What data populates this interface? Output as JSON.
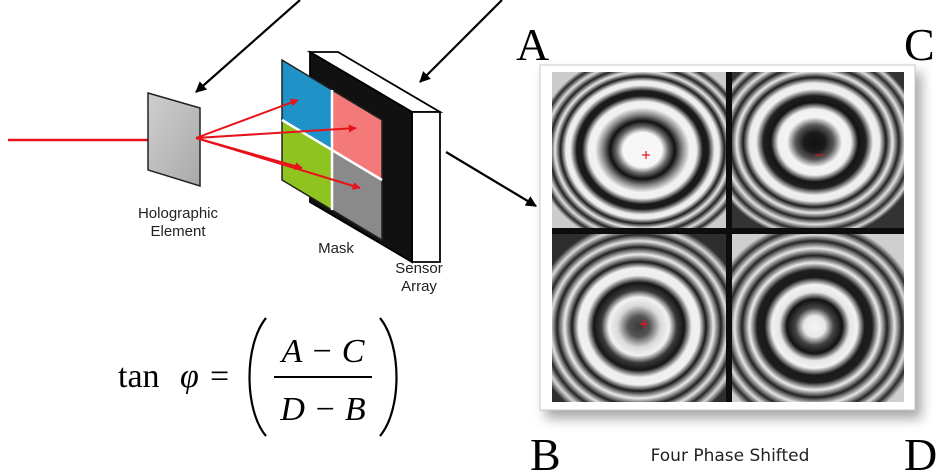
{
  "labels": {
    "holographic_line1": "Holographic",
    "holographic_line2": "Element",
    "mask": "Mask",
    "sensor_line1": "Sensor",
    "sensor_line2": "Array",
    "caption": "Four Phase Shifted"
  },
  "quadrant_letters": {
    "a": "A",
    "b": "B",
    "c": "C",
    "d": "D"
  },
  "formula": {
    "lhs": "tan",
    "phi": "φ",
    "equals": "=",
    "numerator": "A − C",
    "denominator": "D − B"
  },
  "colors": {
    "beam": "#e8121b",
    "mask_blue": "#1f93c8",
    "mask_pink": "#f47a7a",
    "mask_green": "#8fc31f",
    "mask_gray": "#8a8a8a",
    "holographic_plate": "#b9b9b9",
    "sensor_front": "#111111"
  }
}
